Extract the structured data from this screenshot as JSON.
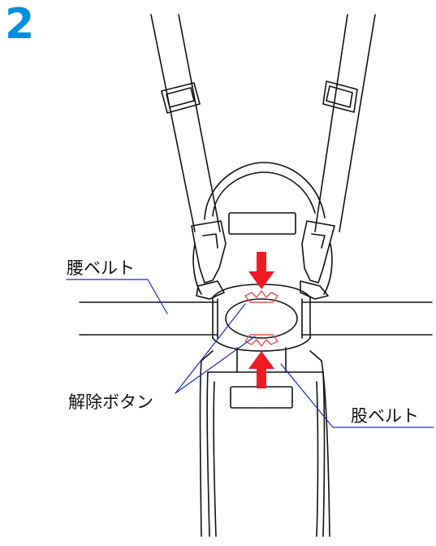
{
  "step_number": "2",
  "labels": {
    "waist_belt": "腰ベルト",
    "release_button": "解除ボタン",
    "crotch_belt": "股ベルト"
  },
  "colors": {
    "step_number": "#0090e0",
    "leader_line": "#1a2fb0",
    "arrow": "#ee1c24",
    "outline": "#111111",
    "release_button_outline": "#e8504f"
  }
}
